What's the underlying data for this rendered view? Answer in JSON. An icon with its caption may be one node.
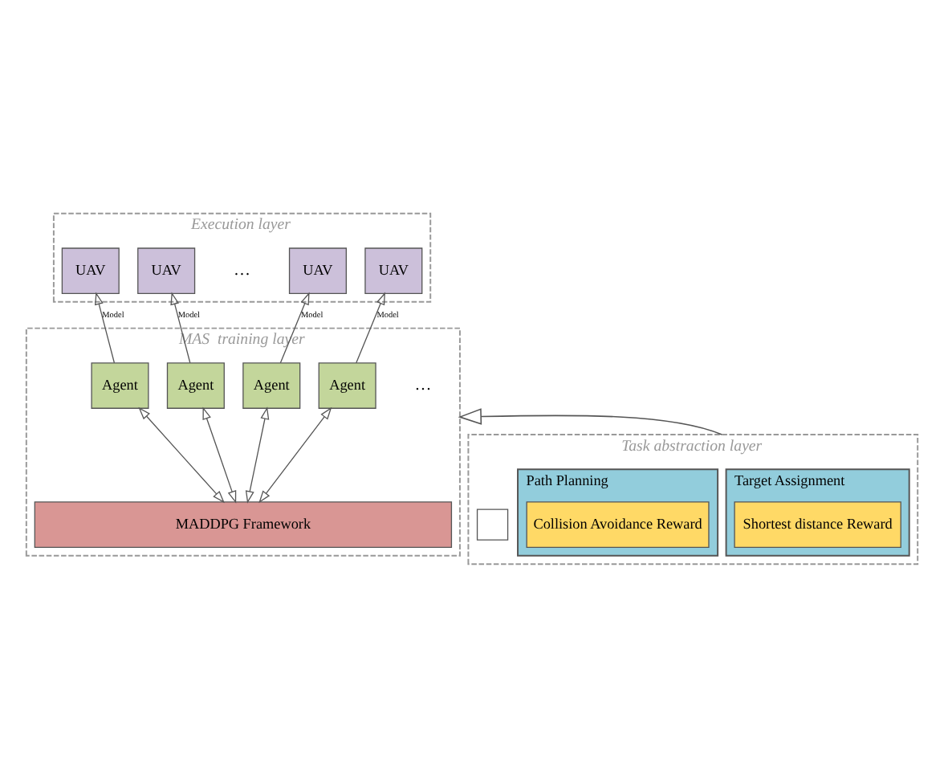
{
  "diagram": {
    "nodes": [
      {
        "text": [
          "Execution layer"
        ]
      },
      {
        "text": [
          "UAV"
        ],
        "in": 0
      },
      {
        "text": [
          "UAV"
        ],
        "in": 0
      },
      {
        "text": [
          "UAV"
        ],
        "in": 0
      },
      {
        "text": [
          "UAV"
        ],
        "in": 0
      },
      {
        "text": [
          "MAS  training layer"
        ]
      },
      {
        "text": [
          "Agent"
        ],
        "in": 5
      },
      {
        "text": [
          "Agent"
        ],
        "in": 5
      },
      {
        "text": [
          "Agent"
        ],
        "in": 5
      },
      {
        "text": [
          "Agent"
        ],
        "in": 5
      },
      {
        "text": [
          "MADDPG Framework"
        ],
        "in": 5
      },
      {
        "text": [
          "Task abstraction layer"
        ]
      },
      {
        "text": [
          "Target Assignment"
        ],
        "in": 11
      },
      {
        "text": [
          "Shortest distance Reward"
        ],
        "in": 12
      },
      {
        "text": [],
        "shape": "box",
        "in": 11
      },
      {
        "text": [
          "Path Planning"
        ],
        "in": 11
      },
      {
        "text": [
          "Collision Avoidance Reward"
        ],
        "in": 15
      }
    ],
    "edges": [
      {
        "from": 6,
        "to": 1,
        "arrow": "to",
        "label": "Model"
      },
      {
        "from": 7,
        "to": 2,
        "arrow": "to",
        "label": "Model"
      },
      {
        "from": 8,
        "to": 3,
        "arrow": "to",
        "label": "Model"
      },
      {
        "from": 9,
        "to": 4,
        "arrow": "to",
        "label": "Model"
      },
      {
        "from": 10,
        "to": 6,
        "arrow": "both"
      },
      {
        "from": 10,
        "to": 7,
        "arrow": "both"
      },
      {
        "from": 10,
        "to": 8,
        "arrow": "both"
      },
      {
        "from": 10,
        "to": 9,
        "arrow": "both"
      },
      {
        "from": 11,
        "to": 5,
        "arrow": "to"
      }
    ],
    "labels": [
      "…",
      "…"
    ]
  }
}
